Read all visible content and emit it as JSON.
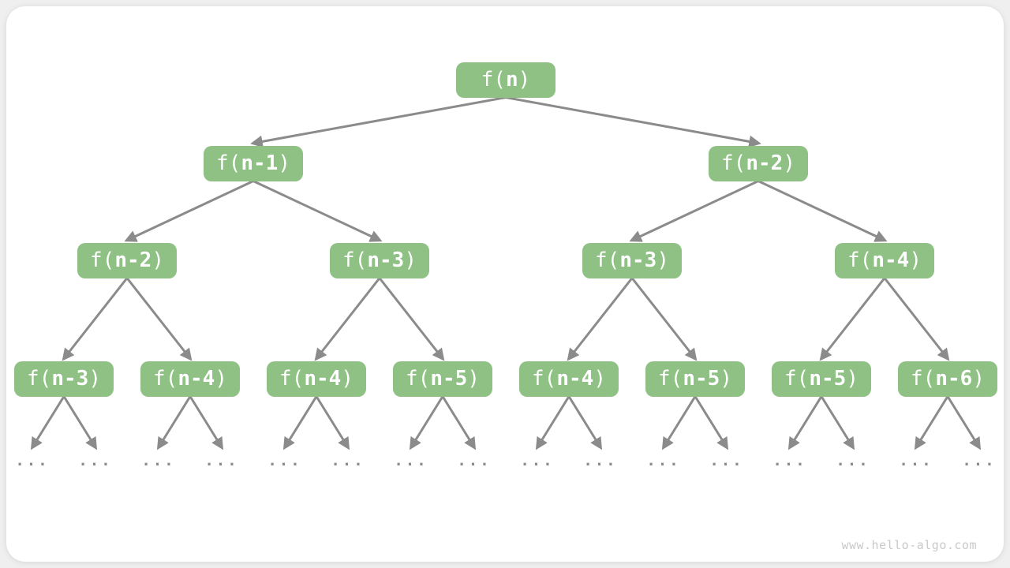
{
  "watermark": "www.hello-algo.com",
  "ellipsis": "...",
  "colors": {
    "page_bg": "#efefef",
    "card_bg": "#ffffff",
    "node_bg": "#8fc084",
    "node_text": "#ffffff",
    "arrow": "#8b8b8b",
    "ellipsis": "#8b8b8b",
    "watermark": "#c9c9c9"
  },
  "diagram": {
    "description": "recursion-tree-of-fibonacci-f(n)",
    "root": {
      "pre": "f(",
      "bold": "n",
      "post": ")",
      "children": [
        {
          "pre": "f(",
          "bold": "n-1",
          "post": ")",
          "children": [
            {
              "pre": "f(",
              "bold": "n-2",
              "post": ")",
              "children": [
                {
                  "pre": "f(",
                  "bold": "n-3",
                  "post": ")",
                  "children": []
                },
                {
                  "pre": "f(",
                  "bold": "n-4",
                  "post": ")",
                  "children": []
                }
              ]
            },
            {
              "pre": "f(",
              "bold": "n-3",
              "post": ")",
              "children": [
                {
                  "pre": "f(",
                  "bold": "n-4",
                  "post": ")",
                  "children": []
                },
                {
                  "pre": "f(",
                  "bold": "n-5",
                  "post": ")",
                  "children": []
                }
              ]
            }
          ]
        },
        {
          "pre": "f(",
          "bold": "n-2",
          "post": ")",
          "children": [
            {
              "pre": "f(",
              "bold": "n-3",
              "post": ")",
              "children": [
                {
                  "pre": "f(",
                  "bold": "n-4",
                  "post": ")",
                  "children": []
                },
                {
                  "pre": "f(",
                  "bold": "n-5",
                  "post": ")",
                  "children": []
                }
              ]
            },
            {
              "pre": "f(",
              "bold": "n-4",
              "post": ")",
              "children": [
                {
                  "pre": "f(",
                  "bold": "n-5",
                  "post": ")",
                  "children": []
                },
                {
                  "pre": "f(",
                  "bold": "n-6",
                  "post": ")",
                  "children": []
                }
              ]
            }
          ]
        }
      ]
    }
  }
}
